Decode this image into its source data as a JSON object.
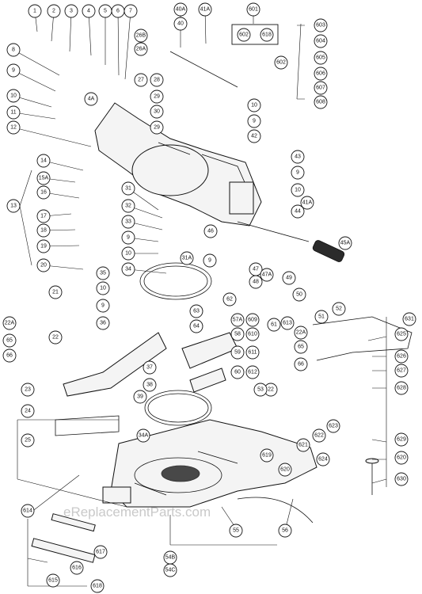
{
  "diagram": {
    "watermark": "eReplacementParts.com",
    "callouts": [
      "1",
      "2",
      "3",
      "4",
      "5",
      "6",
      "7",
      "8",
      "9",
      "4A",
      "10",
      "11",
      "12",
      "14",
      "15A",
      "16",
      "13",
      "17",
      "18",
      "19",
      "20",
      "26B",
      "26A",
      "27",
      "28",
      "29",
      "30",
      "29",
      "31",
      "32",
      "33",
      "9",
      "10",
      "31A",
      "34",
      "35",
      "10",
      "9",
      "36",
      "21",
      "22A",
      "65",
      "66",
      "22",
      "23",
      "37",
      "38",
      "39",
      "34A",
      "24",
      "25",
      "614",
      "40A",
      "40",
      "41A",
      "601",
      "602",
      "618",
      "603",
      "604",
      "605",
      "602",
      "606",
      "607",
      "608",
      "10",
      "9",
      "42",
      "43",
      "9",
      "10",
      "44",
      "41A",
      "45A",
      "46",
      "47",
      "48",
      "47A",
      "9",
      "62",
      "49",
      "50",
      "51",
      "52",
      "63",
      "64",
      "57A",
      "609",
      "58",
      "610",
      "59",
      "611",
      "60",
      "612",
      "61",
      "613",
      "22A",
      "65",
      "66",
      "22",
      "53",
      "621",
      "622",
      "623",
      "624",
      "619",
      "620",
      "631",
      "625",
      "626",
      "627",
      "628",
      "629",
      "620",
      "630",
      "55",
      "56",
      "54B",
      "54C",
      "616",
      "617",
      "615",
      "618"
    ]
  }
}
